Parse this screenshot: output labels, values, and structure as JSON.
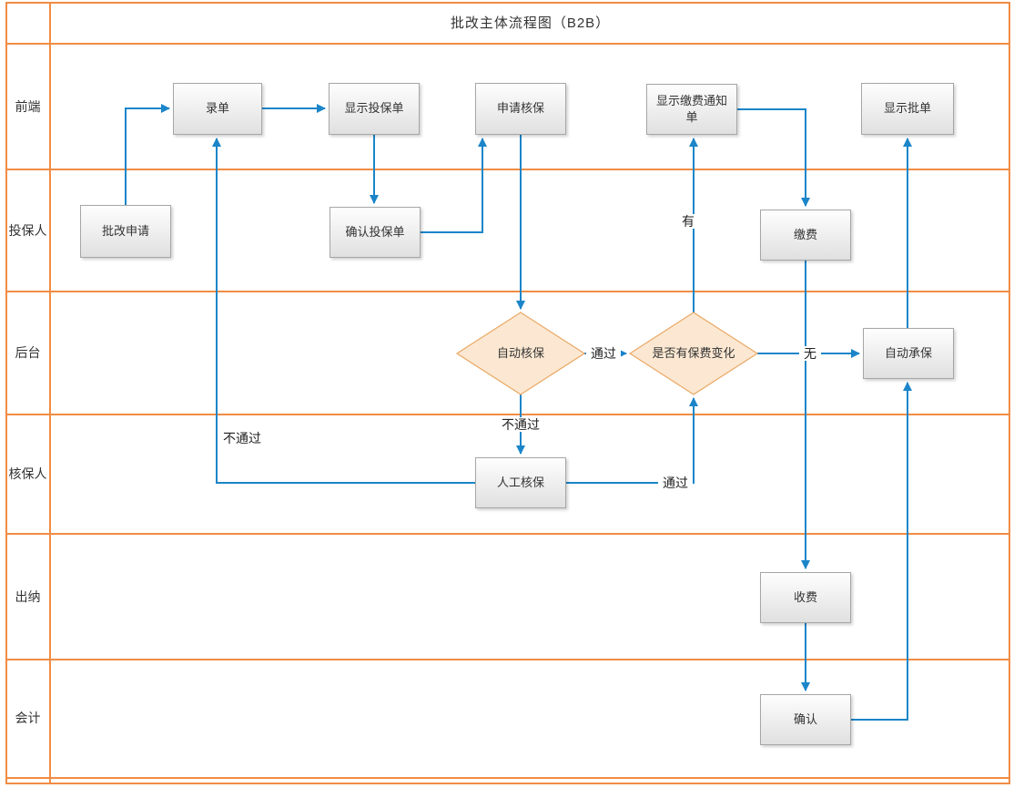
{
  "title": "批改主体流程图（B2B）",
  "lanes": [
    {
      "id": "frontend",
      "label": "前端"
    },
    {
      "id": "policyholder",
      "label": "投保人"
    },
    {
      "id": "backend",
      "label": "后台"
    },
    {
      "id": "underwriter",
      "label": "核保人"
    },
    {
      "id": "cashier",
      "label": "出纳"
    },
    {
      "id": "accountant",
      "label": "会计"
    }
  ],
  "nodes": {
    "record_order": {
      "label": "录单",
      "lane": "前端",
      "type": "process"
    },
    "show_application": {
      "label": "显示投保单",
      "lane": "前端",
      "type": "process"
    },
    "apply_underwriting": {
      "label": "申请核保",
      "lane": "前端",
      "type": "process"
    },
    "show_payment_notice": {
      "label": "显示缴费通知单",
      "lane": "前端",
      "type": "process"
    },
    "show_endorsement": {
      "label": "显示批单",
      "lane": "前端",
      "type": "process"
    },
    "endorsement_request": {
      "label": "批改申请",
      "lane": "投保人",
      "type": "process"
    },
    "confirm_application": {
      "label": "确认投保单",
      "lane": "投保人",
      "type": "process"
    },
    "pay_premium": {
      "label": "缴费",
      "lane": "投保人",
      "type": "process"
    },
    "auto_underwriting": {
      "label": "自动核保",
      "lane": "后台",
      "type": "decision"
    },
    "premium_change": {
      "label": "是否有保费变化",
      "lane": "后台",
      "type": "decision"
    },
    "auto_accept": {
      "label": "自动承保",
      "lane": "后台",
      "type": "process"
    },
    "manual_underwriting": {
      "label": "人工核保",
      "lane": "核保人",
      "type": "process"
    },
    "collect_fee": {
      "label": "收费",
      "lane": "出纳",
      "type": "process"
    },
    "confirm": {
      "label": "确认",
      "lane": "会计",
      "type": "process"
    }
  },
  "edge_labels": {
    "auto_pass": "通过",
    "auto_fail": "不通过",
    "manual_fail": "不通过",
    "manual_pass": "通过",
    "change_yes": "有",
    "change_no": "无"
  },
  "colors": {
    "lane_border": "#f18c44",
    "connector": "#1b85c9",
    "decision_fill": "#fce8d2",
    "decision_border": "#eaa966",
    "process_border": "#a6a6a6"
  }
}
